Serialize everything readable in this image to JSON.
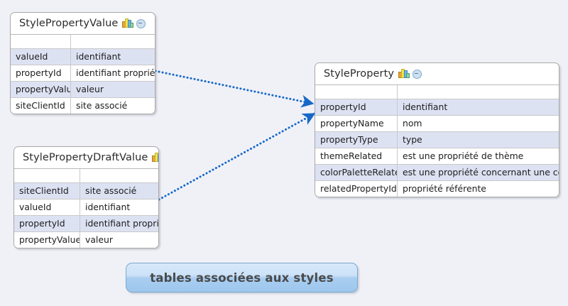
{
  "diagram": {
    "background_color": "#f0f1f7",
    "caption": "tables associées aux styles",
    "accent_color": "#1668c8",
    "row_shade_color": "#dde2f3"
  },
  "entities": [
    {
      "name": "StylePropertyValue",
      "chart_icon": "bar-chart-icon",
      "collapse_icon": "minus-circle-icon",
      "columns": [
        {
          "field": "valueId",
          "description": "identifiant"
        },
        {
          "field": "propertyId",
          "description": "identifiant propriété"
        },
        {
          "field": "propertyValue",
          "description": "valeur"
        },
        {
          "field": "siteClientId",
          "description": "site associé"
        }
      ]
    },
    {
      "name": "StyleProperty",
      "chart_icon": "bar-chart-icon",
      "collapse_icon": "minus-circle-icon",
      "columns": [
        {
          "field": "propertyId",
          "description": "identifiant"
        },
        {
          "field": "propertyName",
          "description": "nom"
        },
        {
          "field": "propertyType",
          "description": "type"
        },
        {
          "field": "themeRelated",
          "description": "est une propriété de thème"
        },
        {
          "field": "colorPaletteRelated",
          "description": "est une propriété concernant une couleur"
        },
        {
          "field": "relatedPropertyId",
          "description": "propriété référente"
        }
      ]
    },
    {
      "name": "StylePropertyDraftValue",
      "chart_icon": "bar-chart-icon",
      "collapse_icon": "minus-circle-icon",
      "columns": [
        {
          "field": "siteClientId",
          "description": "site associé"
        },
        {
          "field": "valueId",
          "description": "identifiant"
        },
        {
          "field": "propertyId",
          "description": "identifiant propriété"
        },
        {
          "field": "propertyValue",
          "description": "valeur"
        }
      ]
    }
  ],
  "relations": [
    {
      "from": "StylePropertyValue.propertyId",
      "to": "StyleProperty.propertyId",
      "style": "dotted",
      "color": "#1668c8"
    },
    {
      "from": "StylePropertyDraftValue.propertyId",
      "to": "StyleProperty.propertyId",
      "style": "dotted",
      "color": "#1668c8"
    }
  ]
}
